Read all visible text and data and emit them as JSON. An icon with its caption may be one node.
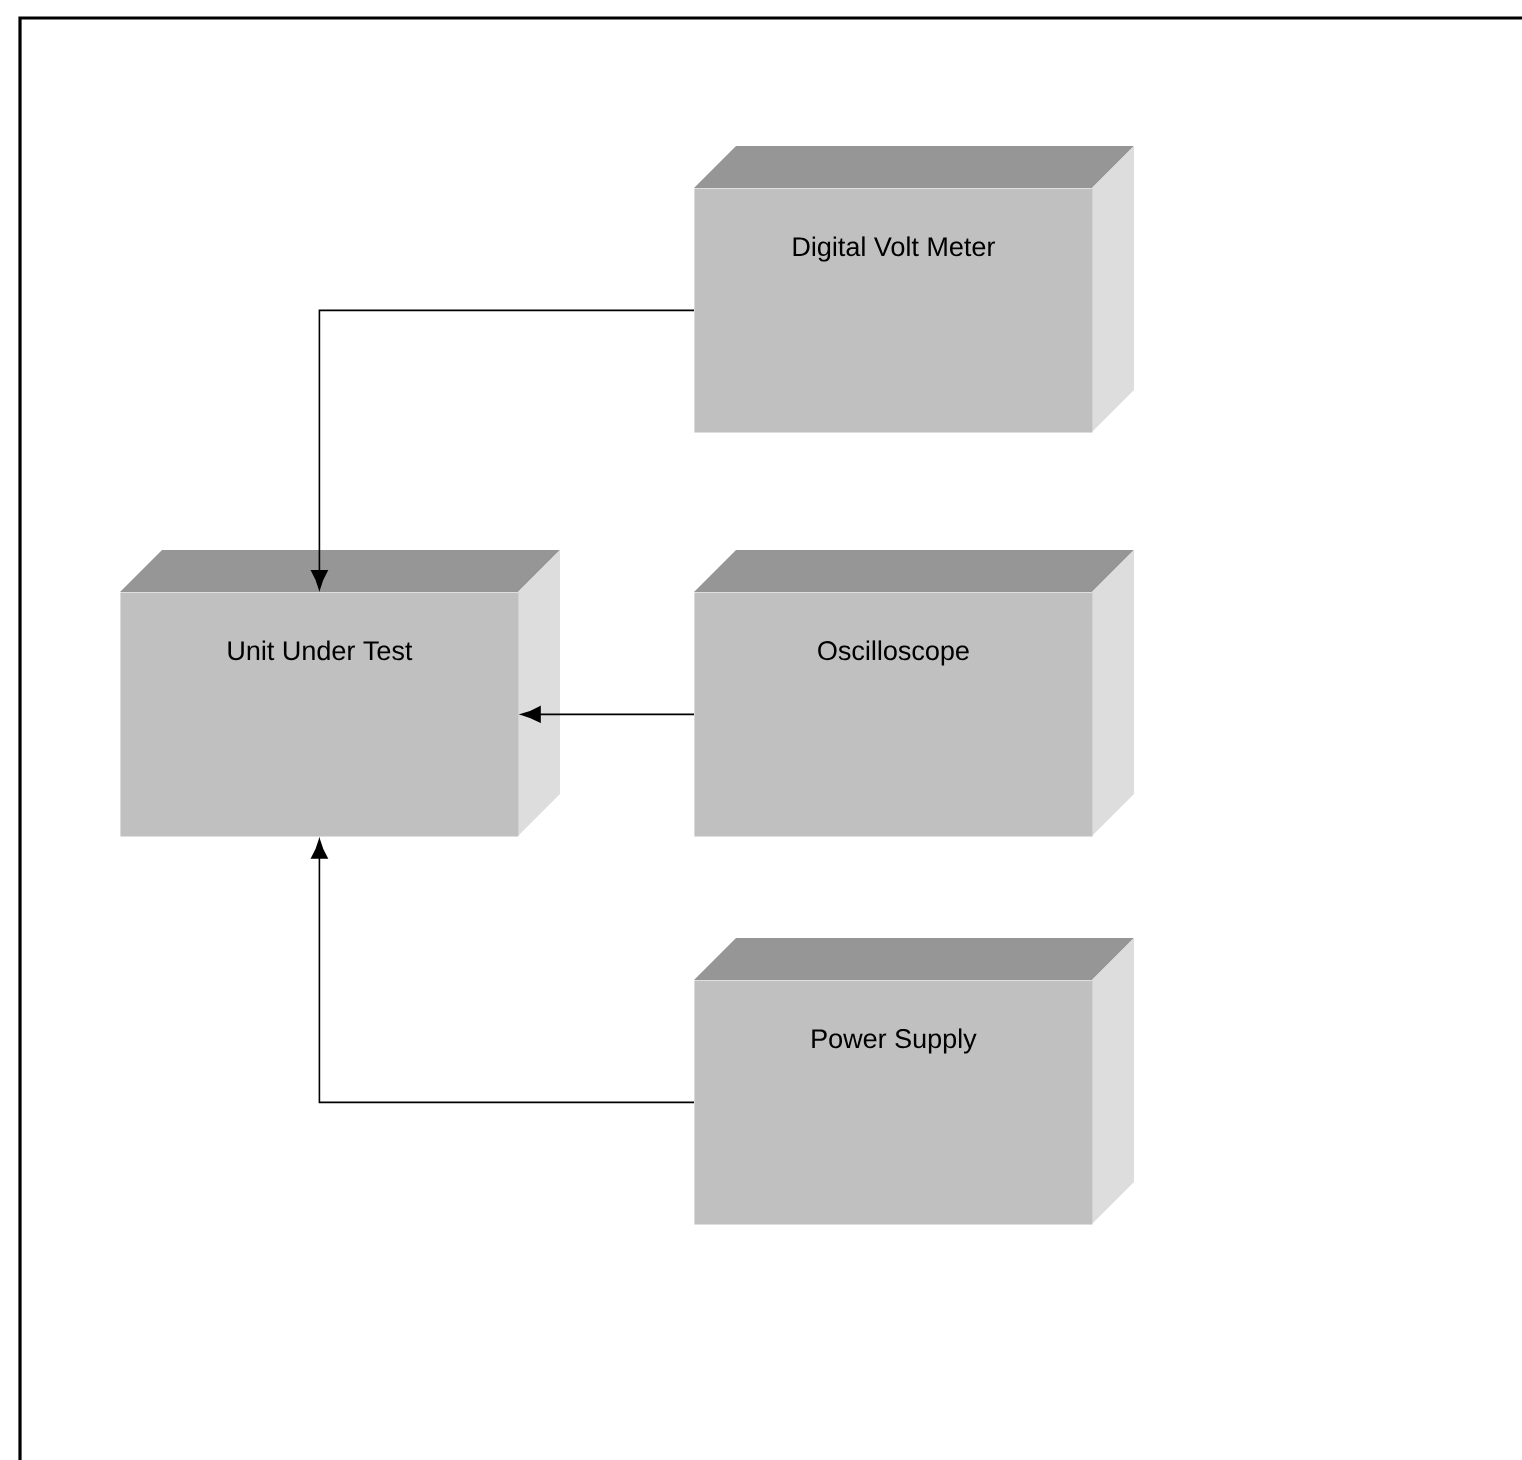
{
  "diagram": {
    "nodes": [
      {
        "text": [
          "Digital Volt Meter"
        ]
      },
      {
        "text": [
          "Unit Under Test"
        ]
      },
      {
        "text": [
          "Oscilloscope"
        ]
      },
      {
        "text": [
          "Power Supply"
        ]
      }
    ],
    "edges": [
      {
        "from": 0,
        "to": 1,
        "arrow": "to"
      },
      {
        "from": 2,
        "to": 1,
        "arrow": "to"
      },
      {
        "from": 3,
        "to": 1,
        "arrow": "to"
      }
    ]
  }
}
